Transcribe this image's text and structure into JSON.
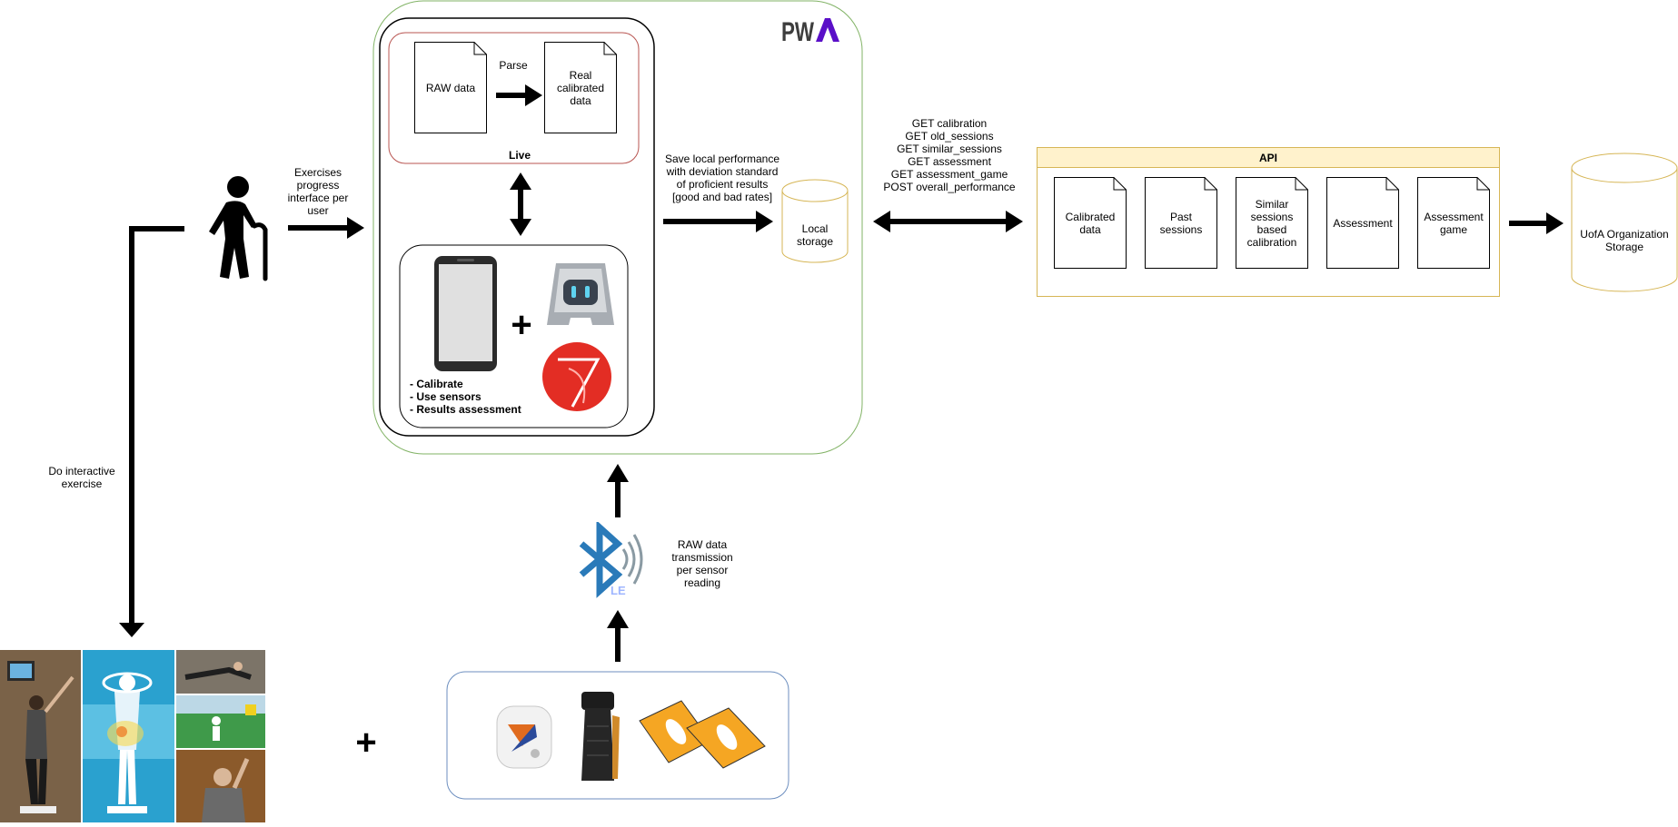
{
  "pwa_logo": "PWA",
  "labels": {
    "exercises_progress": "Exercises\nprogress\ninterface per\nuser",
    "do_interactive": "Do interactive\nexercise",
    "parse": "Parse",
    "live": "Live",
    "save_local": "Save local performance\nwith deviation standard\nof proficient results\n[good and bad rates]",
    "raw_transmission": "RAW data\ntransmission\nper sensor\nreading",
    "api_calls": "GET calibration\nGET old_sessions\nGET similar_sessions\nGET assessment\nGET assessment_game\nPOST overall_performance",
    "plus_bottom": "+",
    "plus_phone": "+"
  },
  "docs": {
    "raw_data": "RAW data",
    "real_calibrated": "Real\ncalibrated\ndata"
  },
  "features": [
    "- Calibrate",
    "- Use sensors",
    "- Results assessment"
  ],
  "local_storage": "Local\nstorage",
  "api": {
    "title": "API",
    "items": [
      "Calibrated\ndata",
      "Past\nsessions",
      "Similar\nsessions\nbased\ncalibration",
      "Assessment",
      "Assessment\ngame"
    ]
  },
  "uofa_storage": "UofA Organization\nStorage",
  "bluetooth_badge": "LE",
  "colors": {
    "pwa_border": "#82b366",
    "live_border": "#b85450",
    "api_border": "#d6b656",
    "api_fill": "#fff2cc",
    "sensor_border": "#6c8ebf",
    "bluetooth": "#2a7ab9",
    "cylinder_border": "#d6b656"
  }
}
